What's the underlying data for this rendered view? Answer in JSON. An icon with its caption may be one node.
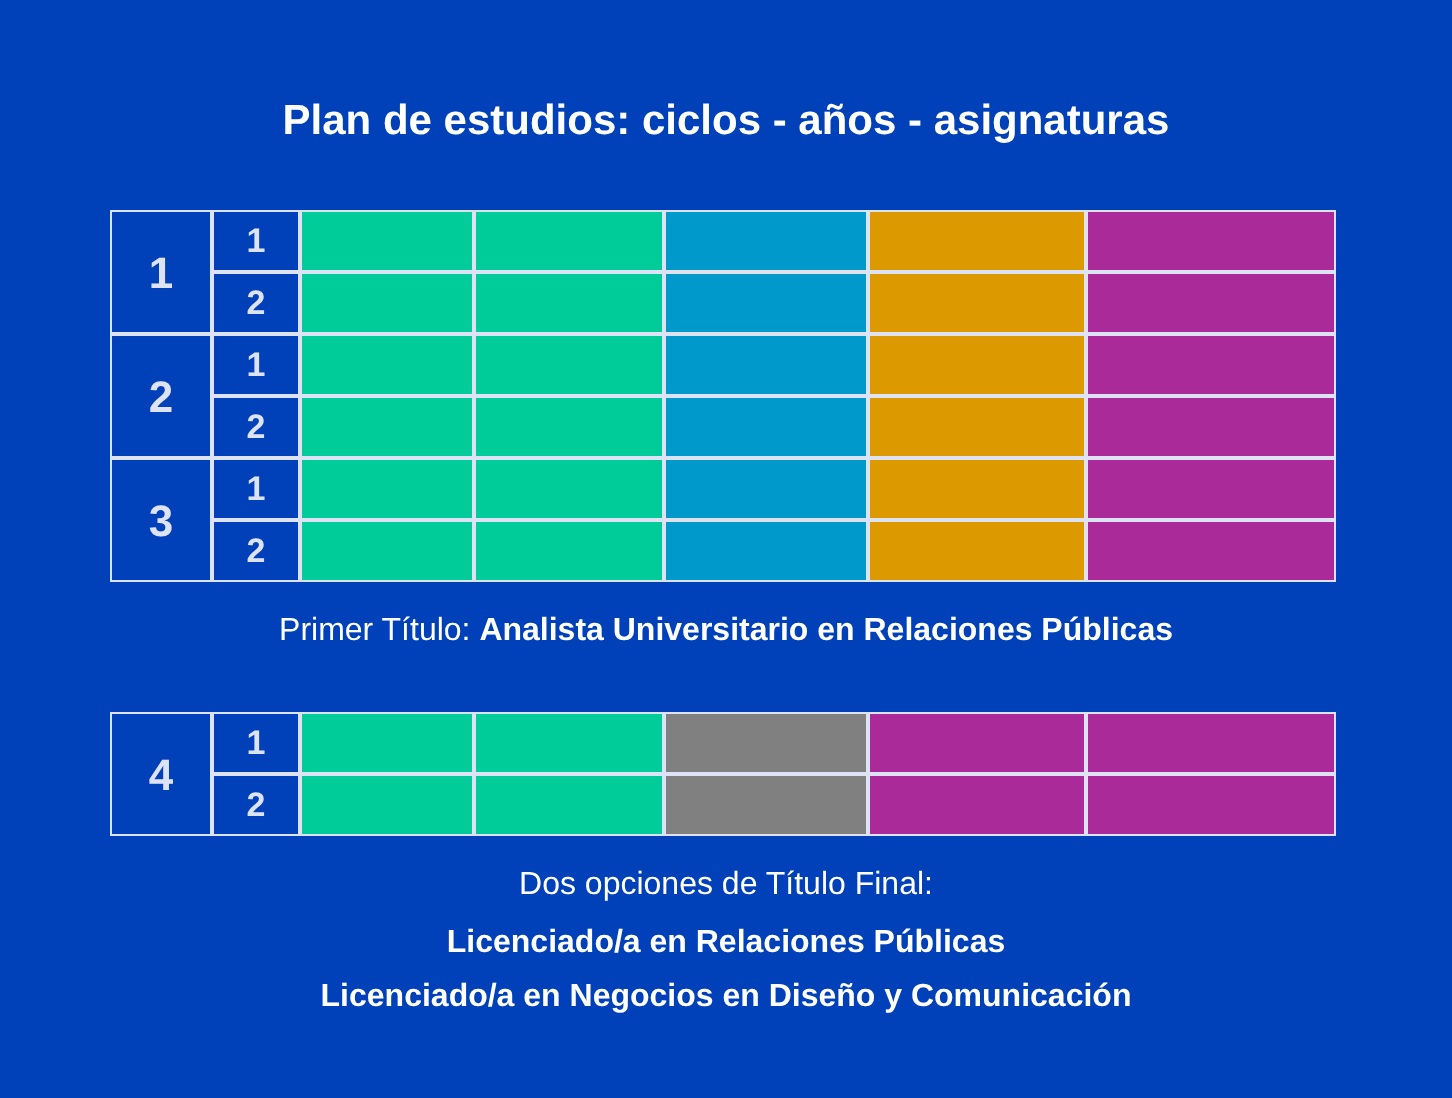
{
  "diagram": {
    "title": "Plan de estudios: ciclos - años - asignaturas",
    "labels": [
      "1",
      "1",
      "2",
      "2",
      "1",
      "2",
      "3",
      "1",
      "2",
      "Primer Título: **Analista Universitario en Relaciones Públicas**",
      "4",
      "1",
      "2",
      "Dos opciones de Título Final:",
      "Licenciado/a en Relaciones Públicas",
      "Licenciado/a en Negocios en Diseño y Comunicación"
    ]
  }
}
